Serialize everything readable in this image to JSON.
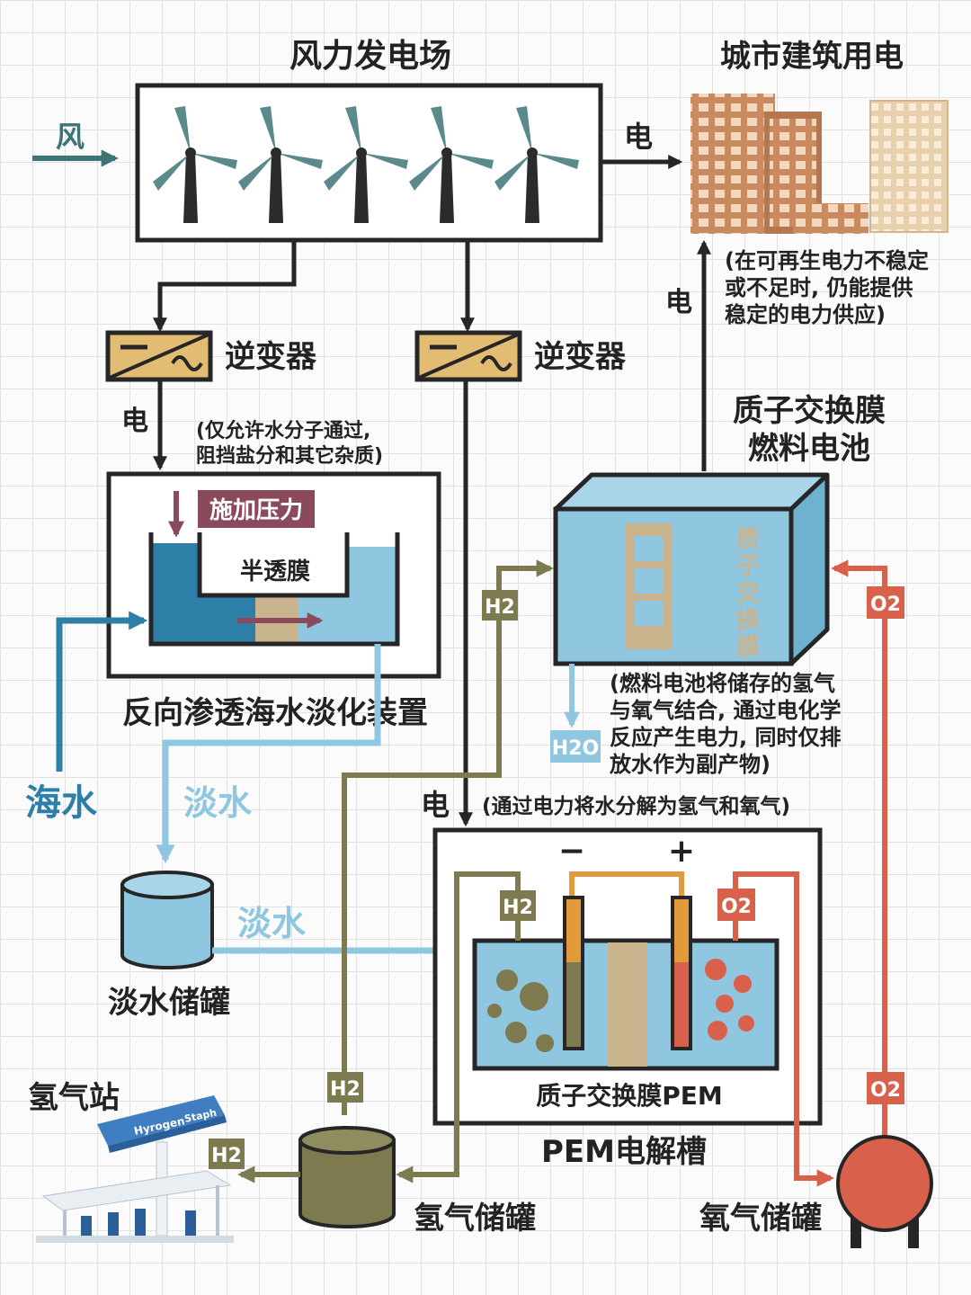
{
  "titles": {
    "wind_farm": "风力发电场",
    "city": "城市建筑用电",
    "ro_device": "反向渗透海水淡化装置",
    "fuel_cell_line1": "质子交换膜",
    "fuel_cell_line2": "燃料电池",
    "electrolyzer": "PEM电解槽",
    "water_tank": "淡水储罐",
    "h2_tank": "氢气储罐",
    "o2_tank": "氧气储罐",
    "station": "氢气站"
  },
  "labels": {
    "wind": "风",
    "electricity": "电",
    "inverter": "逆变器",
    "seawater": "海水",
    "fresh_water": "淡水",
    "apply_pressure": "施加压力",
    "membrane": "半透膜",
    "pem_membrane": "质子交换膜PEM",
    "fuel_cell_membrane": "质子交换膜",
    "minus": "−",
    "plus": "+",
    "h2": "H2",
    "o2": "O2",
    "h2o": "H2O",
    "station_brand1": "Hyrogen",
    "station_brand2": "Staph"
  },
  "notes": {
    "membrane_l1": "(仅允许水分子通过,",
    "membrane_l2": "阻挡盐分和其它杂质)",
    "city_l1": "(在可再生电力不稳定",
    "city_l2": "或不足时, 仍能提供",
    "city_l3": "稳定的电力供应)",
    "fuel_cell_l1": "(燃料电池将储存的氢气",
    "fuel_cell_l2": "与氧气结合, 通过电化学",
    "fuel_cell_l3": "反应产生电力, 同时仅排",
    "fuel_cell_l4": "放水作为副产物)",
    "electrolysis": "(通过电力将水分解为氢气和氧气)"
  },
  "colors": {
    "wind_arrow": "#3d7475",
    "turbine_blade": "#5c8a8c",
    "turbine_tower": "#2b2b2b",
    "inverter": "#e2bc72",
    "seawater": "#2d7fa8",
    "fresh_water": "#8fc7e0",
    "hydrogen": "#7c7a4e",
    "oxygen": "#d9614b",
    "pressure": "#8a4a5c",
    "membrane": "#c9b48e",
    "building": "#c98a60"
  }
}
